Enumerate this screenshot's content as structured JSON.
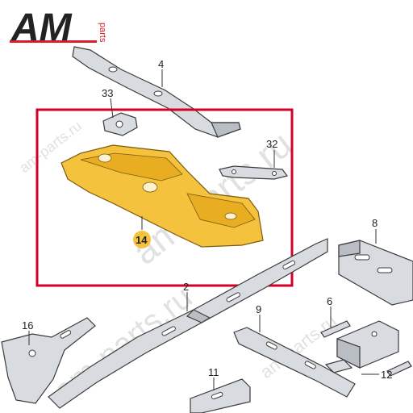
{
  "logo": {
    "letters": "AM",
    "sub": "parts"
  },
  "watermark": {
    "text": "am-parts.ru"
  },
  "colors": {
    "highlight_box": "#d2002a",
    "part_yellow": "#f4c23c",
    "logo_dark": "#222222",
    "logo_red": "#d4202b"
  },
  "callouts": {
    "c4": "4",
    "c33": "33",
    "c32": "32",
    "c14": "14",
    "c8": "8",
    "c2": "2",
    "c9": "9",
    "c6": "6",
    "c16": "16",
    "c12": "12",
    "c11": "11"
  }
}
